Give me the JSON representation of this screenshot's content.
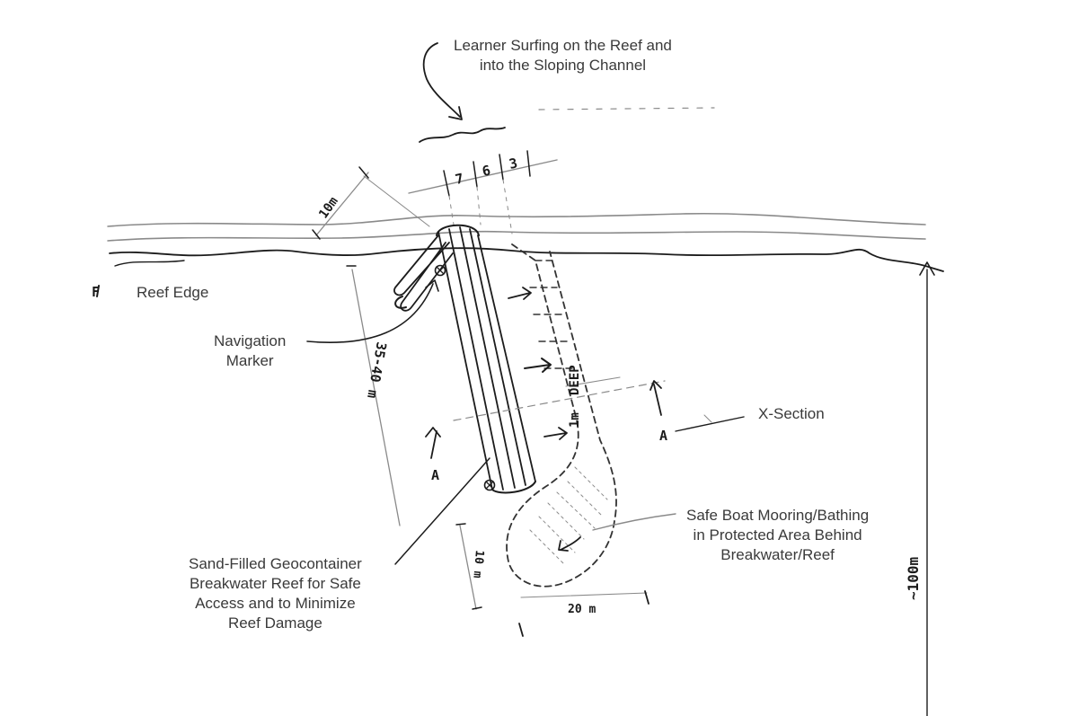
{
  "labels": {
    "learner_surfing": "Learner Surfing on the Reef and\ninto the Sloping Channel",
    "reef_edge": "Reef Edge",
    "navigation_marker": "Navigation\nMarker",
    "x_section": "X-Section",
    "safe_boat_mooring": "Safe Boat Mooring/Bathing\nin Protected Area Behind\nBreakwater/Reef",
    "geocontainer_breakwater": "Sand-Filled Geocontainer\nBreakwater Reef for Safe\nAccess and to Minimize\nReef Damage"
  },
  "handwritten": {
    "dim_10m_top": "10m",
    "dim_7": "7",
    "dim_6": "6",
    "dim_3": "3",
    "dim_35_40m": "35-40 m",
    "dim_1m": "1m",
    "deep": "DEEP",
    "section_a_left": "A",
    "section_a_right": "A",
    "dim_10m_bottom": "10 m",
    "dim_20m": "20 m",
    "dim_100m": "~100m",
    "edge_mark": "F"
  }
}
